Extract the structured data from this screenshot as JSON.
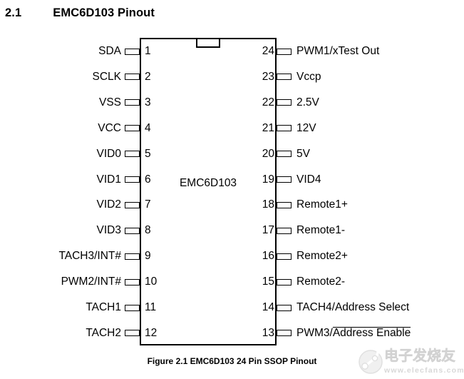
{
  "header": {
    "section": "2.1",
    "title": "EMC6D103 Pinout"
  },
  "chip": {
    "name": "EMC6D103"
  },
  "pins": {
    "left": [
      {
        "number": "1",
        "label": "SDA"
      },
      {
        "number": "2",
        "label": "SCLK"
      },
      {
        "number": "3",
        "label": "VSS"
      },
      {
        "number": "4",
        "label": "VCC"
      },
      {
        "number": "5",
        "label": "VID0"
      },
      {
        "number": "6",
        "label": "VID1"
      },
      {
        "number": "7",
        "label": "VID2"
      },
      {
        "number": "8",
        "label": "VID3"
      },
      {
        "number": "9",
        "label": "TACH3/INT#"
      },
      {
        "number": "10",
        "label": "PWM2/INT#"
      },
      {
        "number": "11",
        "label": "TACH1"
      },
      {
        "number": "12",
        "label": "TACH2"
      }
    ],
    "right": [
      {
        "number": "24",
        "label": "PWM1/xTest Out"
      },
      {
        "number": "23",
        "label": "Vccp"
      },
      {
        "number": "22",
        "label": "2.5V"
      },
      {
        "number": "21",
        "label": "12V"
      },
      {
        "number": "20",
        "label": "5V"
      },
      {
        "number": "19",
        "label": "VID4"
      },
      {
        "number": "18",
        "label": "Remote1+"
      },
      {
        "number": "17",
        "label": "Remote1-"
      },
      {
        "number": "16",
        "label": "Remote2+"
      },
      {
        "number": "15",
        "label": "Remote2-"
      },
      {
        "number": "14",
        "label": "TACH4/Address Select"
      },
      {
        "number": "13",
        "label": "PWM3/Address Enable",
        "label_pre": "PWM3/",
        "label_overline": "Address Enable"
      }
    ]
  },
  "caption": "Figure 2.1 EMC6D103 24 Pin SSOP Pinout",
  "watermark": {
    "brand_text": "电子发烧友",
    "url": "www.elecfans.com"
  },
  "colors": {
    "line": "#000000",
    "text": "#000000",
    "watermark_gray": "#d9d9d9"
  }
}
